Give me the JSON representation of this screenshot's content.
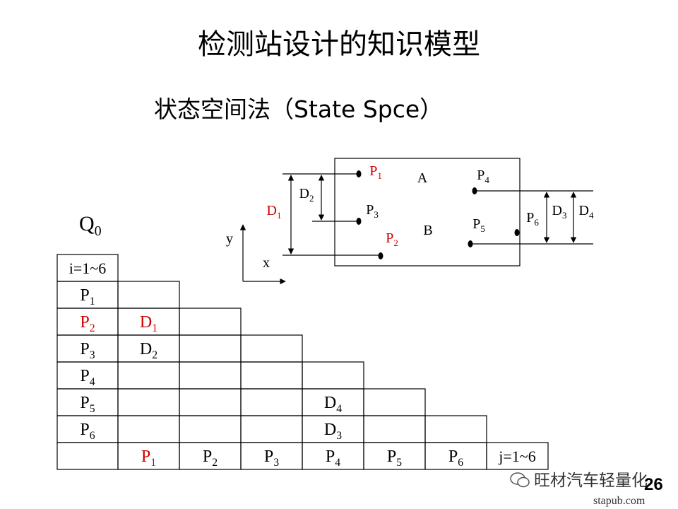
{
  "slide": {
    "title": "检测站设计的知识模型",
    "subtitle": "状态空间法（State Spce）",
    "page_number": "26"
  },
  "matrix": {
    "label": "Q",
    "label_sub": "0",
    "corner_label": "i=1~6",
    "bottom_right_label": "j=1~6",
    "rows": [
      {
        "base": "P",
        "sub": "1",
        "color": "#000000"
      },
      {
        "base": "P",
        "sub": "2",
        "color": "#cc0000"
      },
      {
        "base": "P",
        "sub": "3",
        "color": "#000000"
      },
      {
        "base": "P",
        "sub": "4",
        "color": "#000000"
      },
      {
        "base": "P",
        "sub": "5",
        "color": "#000000"
      },
      {
        "base": "P",
        "sub": "6",
        "color": "#000000"
      }
    ],
    "cols": [
      {
        "base": "P",
        "sub": "1",
        "color": "#cc0000"
      },
      {
        "base": "P",
        "sub": "2",
        "color": "#000000"
      },
      {
        "base": "P",
        "sub": "3",
        "color": "#000000"
      },
      {
        "base": "P",
        "sub": "4",
        "color": "#000000"
      },
      {
        "base": "P",
        "sub": "5",
        "color": "#000000"
      },
      {
        "base": "P",
        "sub": "6",
        "color": "#000000"
      }
    ],
    "entries": [
      {
        "row": 2,
        "col": 1,
        "base": "D",
        "sub": "1",
        "color": "#cc0000"
      },
      {
        "row": 3,
        "col": 1,
        "base": "D",
        "sub": "2",
        "color": "#000000"
      },
      {
        "row": 5,
        "col": 4,
        "base": "D",
        "sub": "4",
        "color": "#000000"
      },
      {
        "row": 6,
        "col": 4,
        "base": "D",
        "sub": "3",
        "color": "#000000"
      }
    ]
  },
  "diagram": {
    "axis_x": "x",
    "axis_y": "y",
    "region_a": "A",
    "region_b": "B",
    "points": [
      {
        "base": "P",
        "sub": "1",
        "color": "#cc0000"
      },
      {
        "base": "P",
        "sub": "2",
        "color": "#cc0000"
      },
      {
        "base": "P",
        "sub": "3",
        "color": "#000000"
      },
      {
        "base": "P",
        "sub": "4",
        "color": "#000000"
      },
      {
        "base": "P",
        "sub": "5",
        "color": "#000000"
      },
      {
        "base": "P",
        "sub": "6",
        "color": "#000000"
      }
    ],
    "dims": [
      {
        "base": "D",
        "sub": "1",
        "color": "#cc0000"
      },
      {
        "base": "D",
        "sub": "2",
        "color": "#000000"
      },
      {
        "base": "D",
        "sub": "3",
        "color": "#000000"
      },
      {
        "base": "D",
        "sub": "4",
        "color": "#000000"
      }
    ]
  },
  "watermark": {
    "text": "旺材汽车轻量化",
    "icon": "wechat-icon",
    "url": "stapub.com"
  }
}
